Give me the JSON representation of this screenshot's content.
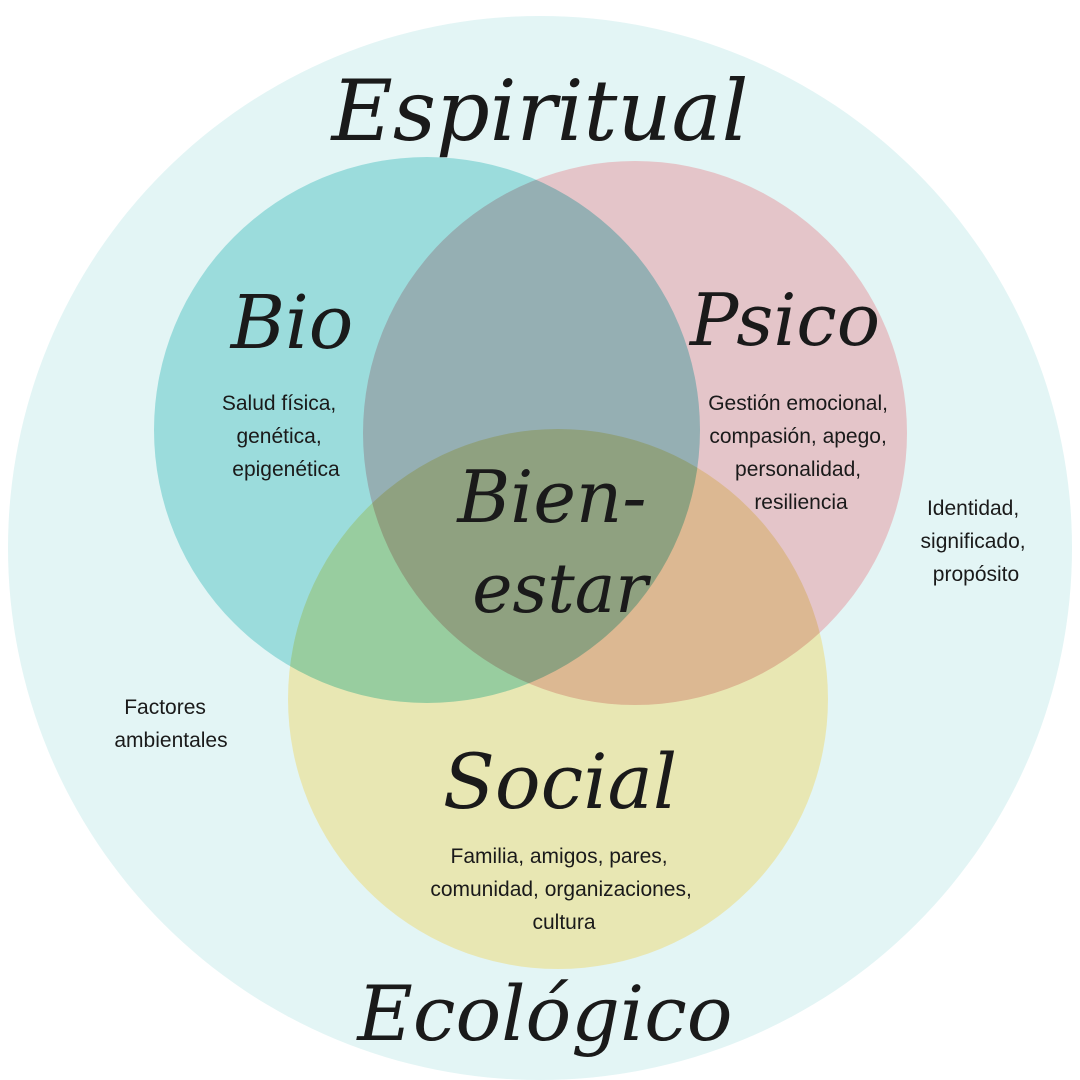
{
  "diagram": {
    "outer": {
      "top_title": "Espiritual",
      "bottom_title": "Ecológico",
      "spiritual_lines": [
        "Identidad,",
        "significado,",
        "propósito"
      ],
      "ambient_lines": [
        "Factores",
        "ambientales"
      ]
    },
    "bio": {
      "title": "Bio",
      "lines": [
        "Salud física,",
        "genética,",
        "epigenética"
      ]
    },
    "psico": {
      "title": "Psico",
      "lines": [
        "Gestión emocional,",
        "compasión, apego,",
        "personalidad,",
        "resiliencia"
      ]
    },
    "social": {
      "title": "Social",
      "lines": [
        "Familia, amigos, pares,",
        "comunidad, organizaciones,",
        "cultura"
      ]
    },
    "center": {
      "line1": "Bien-",
      "line2": "estar"
    },
    "colors": {
      "outer": "#e3f5f5",
      "bio": "#7fd3d3",
      "psico": "#e5b3b8",
      "social": "#ebe29a"
    }
  }
}
